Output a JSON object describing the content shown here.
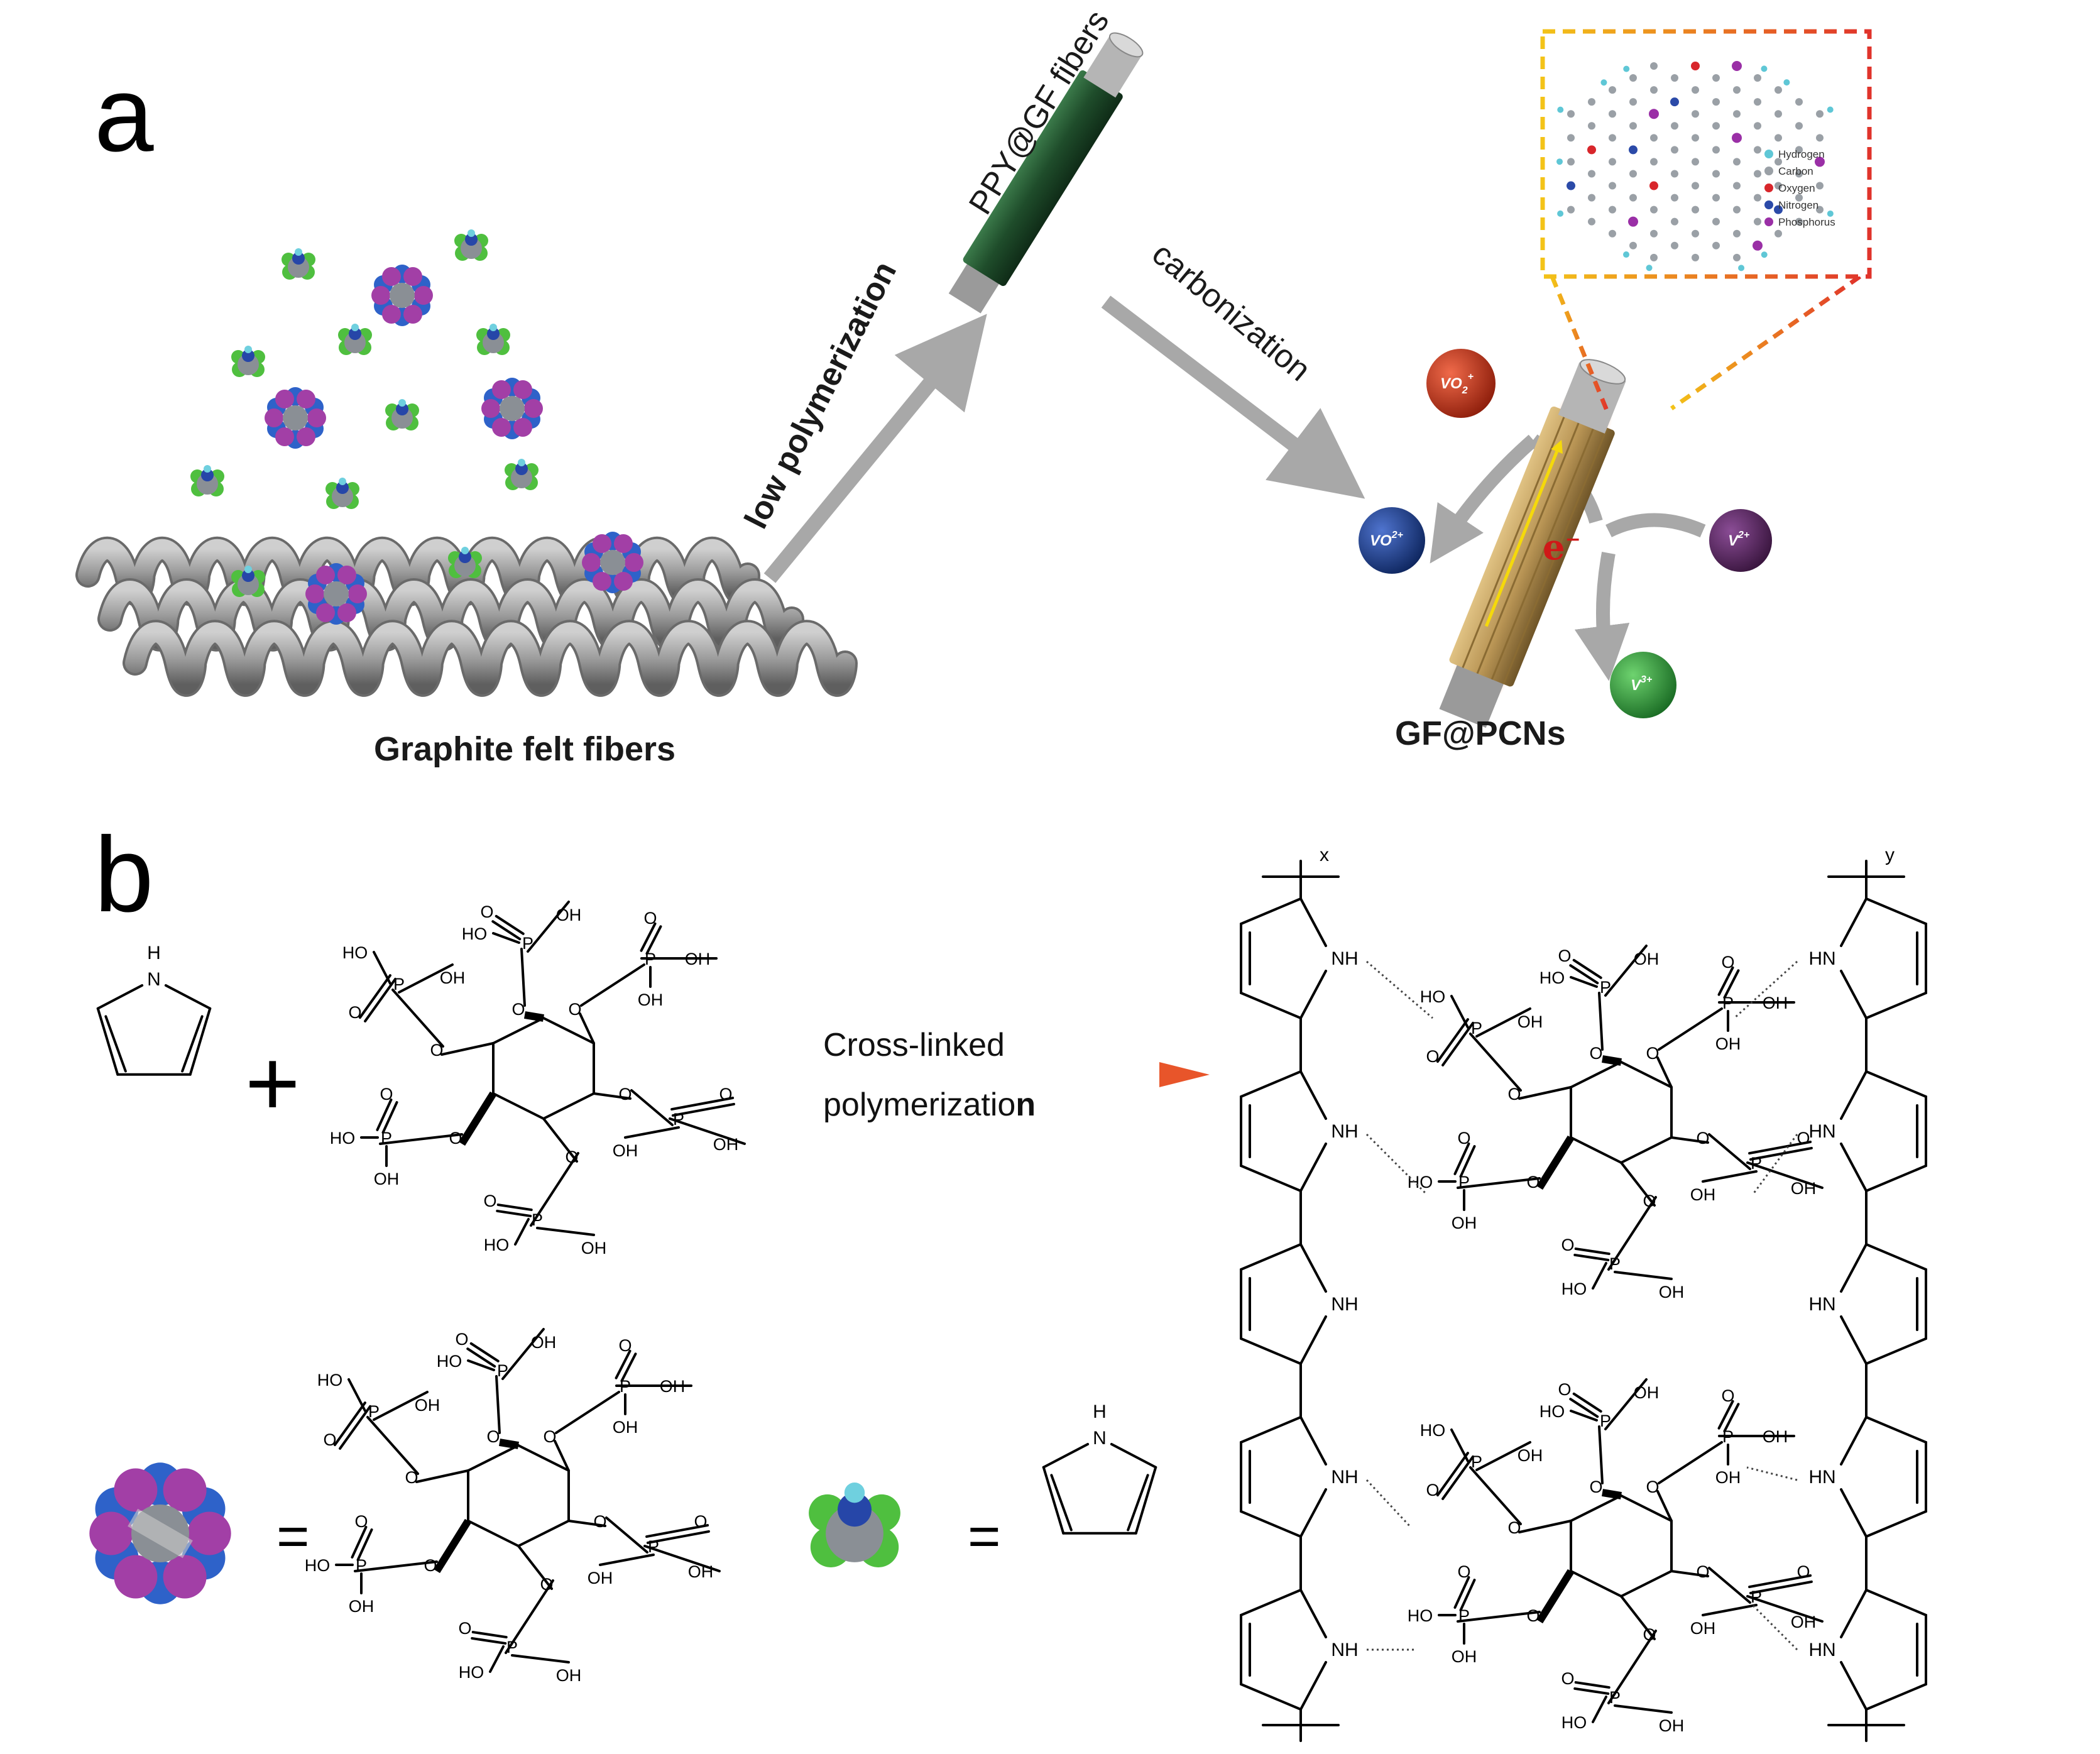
{
  "panel_a": {
    "letter": "a",
    "felt_caption": "Graphite felt fibers",
    "step1_label": "low polymerization",
    "fiber1_label": "PPY@GF fibers",
    "step2_label": "carbonization",
    "fiber2_label": "GF@PCNs",
    "electron_label": "e",
    "electron_sup": "−",
    "ions": [
      {
        "label": "VO",
        "sub": "2",
        "sup": "+",
        "color": "#b8321a"
      },
      {
        "label": "VO",
        "sub": "",
        "sup": "2+",
        "color": "#1c3f93"
      },
      {
        "label": "V",
        "sub": "",
        "sup": "2+",
        "color": "#5a2a63"
      },
      {
        "label": "V",
        "sub": "",
        "sup": "3+",
        "color": "#2e9b3a"
      }
    ],
    "legend": [
      {
        "label": "Hydrogen",
        "color": "#5fc7d6"
      },
      {
        "label": "Carbon",
        "color": "#9aa0a6"
      },
      {
        "label": "Oxygen",
        "color": "#d8262b"
      },
      {
        "label": "Nitrogen",
        "color": "#2b4aa8"
      },
      {
        "label": "Phosphorus",
        "color": "#9a2fa6"
      }
    ]
  },
  "panel_b": {
    "letter": "b",
    "plus": "+",
    "equals": "=",
    "arrow_line1": "Cross-linked",
    "arrow_line2": "polymerizatio",
    "arrow_line2_bold": "n",
    "pyrrole_nh": "NH"
  },
  "chem_labels": {
    "OH": "OH",
    "HO": "HO",
    "O": "O",
    "P": "P",
    "NH": "NH",
    "HN": "HN",
    "H": "H",
    "N": "N",
    "x": "x",
    "y": "y"
  },
  "colors": {
    "divider_start": "#1f7ac7",
    "arrow_start": "#f5d90a",
    "arrow_end": "#e8552a",
    "ppy_green": "#1f4d2b",
    "pcn_gold": "#b99555",
    "dash_yellow": "#f3c318",
    "dash_red": "#e0332b",
    "felt_gray": "#9d9d9d"
  }
}
